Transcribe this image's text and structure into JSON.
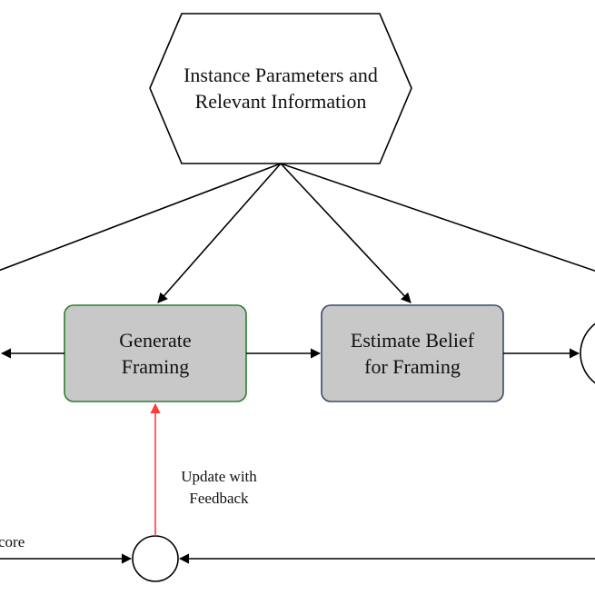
{
  "nodes": {
    "instance": {
      "line1": "Instance Parameters and",
      "line2": "Relevant Information"
    },
    "generate": {
      "line1": "Generate",
      "line2": "Framing"
    },
    "estimate": {
      "line1": "Estimate Belief",
      "line2": "for Framing"
    }
  },
  "edges": {
    "feedback": {
      "line1": "Update with",
      "line2": "Feedback"
    },
    "score_partial": "core"
  },
  "colors": {
    "generate_border": "#2e7d32",
    "estimate_border": "#3b4a6b",
    "box_fill": "#c8c8c8",
    "feedback_arrow": "#ff3b3b",
    "line": "#000000"
  }
}
